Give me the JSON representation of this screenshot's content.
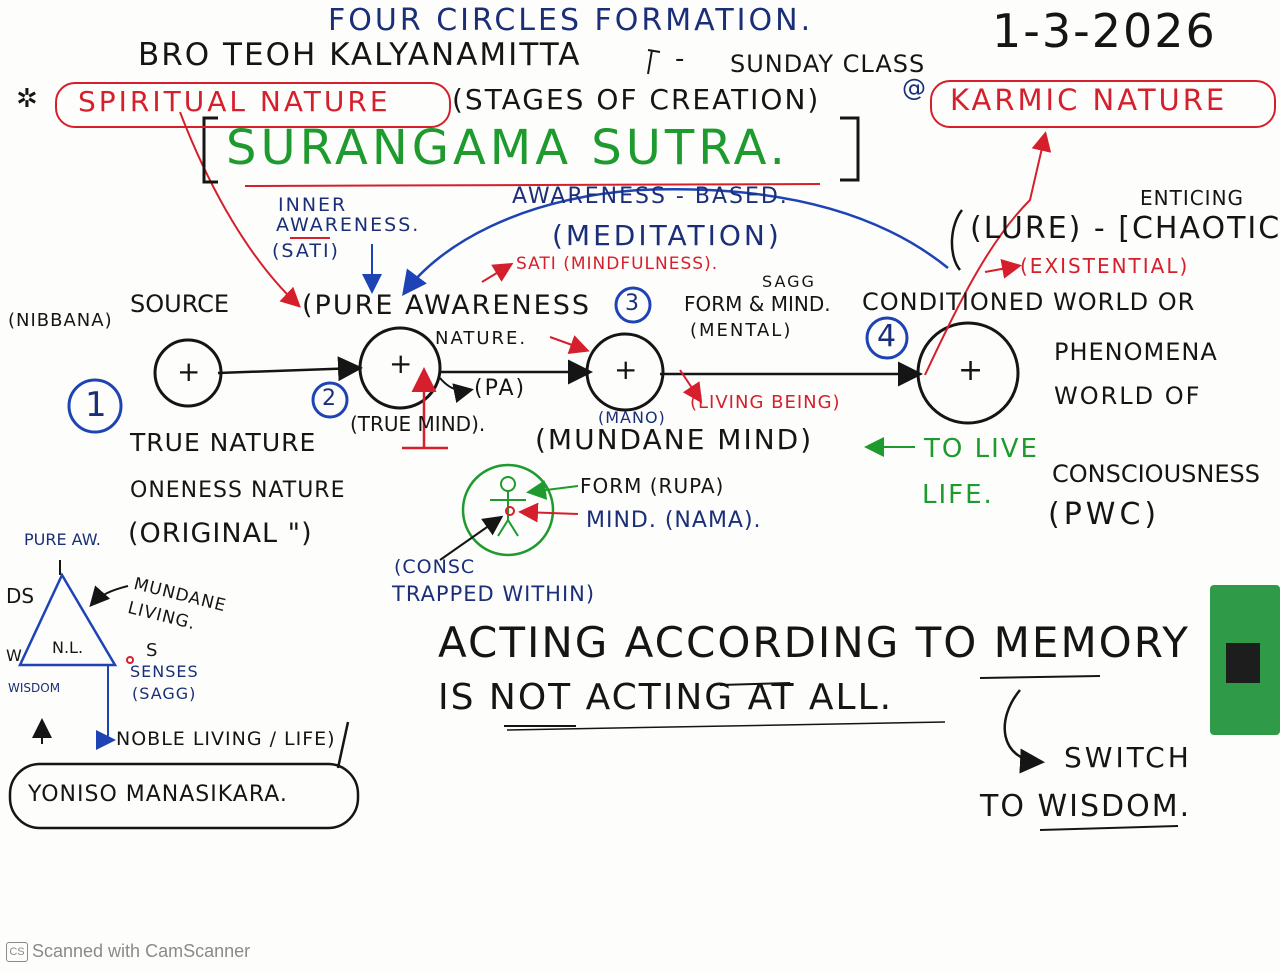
{
  "header": {
    "title": "FOUR CIRCLES FORMATION.",
    "date": "1-3-2026",
    "teacher": "BRO TEOH KALYANAMITTA",
    "dash": "-",
    "class": "SUNDAY CLASS",
    "spiritual_nature": "SPIRITUAL NATURE",
    "stages": "(STAGES OF CREATION)",
    "karmic_nature": "KARMIC NATURE",
    "sutra": "SURANGAMA SUTRA.",
    "star_mark": "✲",
    "at_mark": "@"
  },
  "labels": {
    "inner_awareness": [
      "INNER",
      "AWARENESS.",
      "(SATI)"
    ],
    "awareness_based": "AWARENESS - BASED.",
    "meditation": "(MEDITATION)",
    "sati_mindfulness": "SATI (MINDFULNESS).",
    "enticing": "ENTICING",
    "lure": "(LURE) - [CHAOTIC",
    "existential": "(EXISTENTIAL)",
    "source": "SOURCE",
    "nibbana": "(NIBBANA)",
    "pure_awareness": "(PURE AWARENESS",
    "nature": "NATURE.",
    "sagg": "SAGG",
    "form_mind": "FORM & MIND.",
    "mental": "(MENTAL)",
    "conditioned": "CONDITIONED WORLD OR",
    "phenomena": "PHENOMENA",
    "world_of": "WORLD OF",
    "consciousness": "CONSCIOUSNESS",
    "pwc": "(PWC)",
    "pa": "(PA)",
    "mano": "(MANO)",
    "living_being": "(LIVING BEING)",
    "true_nature": "TRUE NATURE",
    "true_mind": "(TRUE MIND).",
    "mundane_mind": "(MUNDANE MIND)",
    "to_live_life": "TO LIVE",
    "life": "LIFE.",
    "oneness": "ONENESS NATURE",
    "original": "(ORIGINAL \")",
    "form_rupa": "FORM (RUPA)",
    "mind_nama": "MIND. (NAMA).",
    "consc": "(CONSC",
    "trapped": "TRAPPED WITHIN)",
    "pure_aw": "PURE AW.",
    "ds": "DS",
    "w": "W",
    "nl": "N.L.",
    "s": "S",
    "wisdom_small": "WISDOM",
    "mundane_living": [
      "MUNDANE",
      "LIVING."
    ],
    "senses": "SENSES",
    "sagg_paren": "(SAGG)",
    "noble_living": "NOBLE LIVING / LIFE)",
    "yoniso": "YONISO MANASIKARA.",
    "acting1": "ACTING ACCORDING TO MEMORY",
    "acting2": "IS NOT ACTING AT ALL.",
    "switch": "SWITCH",
    "to_wisdom": "TO WISDOM."
  },
  "circles": [
    {
      "number": "1",
      "sign": "+"
    },
    {
      "number": "2",
      "sign": "+"
    },
    {
      "number": "3",
      "sign": "+"
    },
    {
      "number": "4",
      "sign": "+"
    }
  ],
  "footer": {
    "logo": "CS",
    "text": "Scanned with CamScanner"
  },
  "colors": {
    "navy": "#1a2f78",
    "black": "#151515",
    "red": "#d61f2c",
    "green": "#1e9a2e",
    "board": "#fdfdfb"
  }
}
